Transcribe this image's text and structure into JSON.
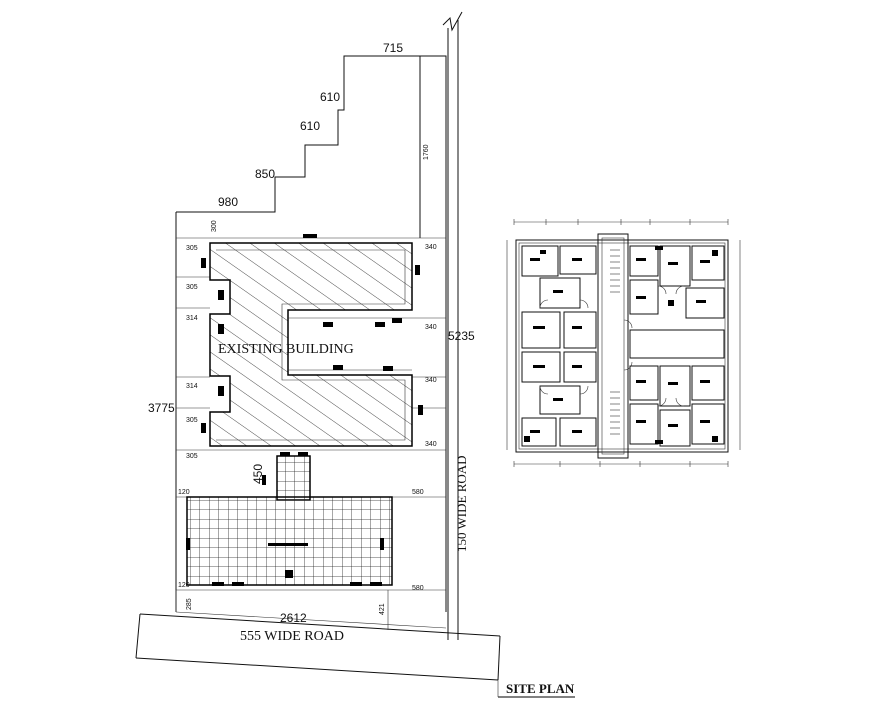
{
  "labels": {
    "existing_building": "EXISTING BUILDING",
    "road_bottom": "555 WIDE ROAD",
    "road_side": "150 WIDE ROAD",
    "title": "SITE PLAN"
  },
  "dims": {
    "top_715": "715",
    "step_610a": "610",
    "step_610b": "610",
    "step_850": "850",
    "step_980": "980",
    "d_300": "300",
    "d_1760": "1760",
    "d_5235": "5235",
    "d_3775": "3775",
    "d_2612": "2612",
    "d_450": "450",
    "d_305a": "305",
    "d_305b": "305",
    "d_314a": "314",
    "d_314b": "314",
    "d_305c": "305",
    "d_305d": "305",
    "d_340a": "340",
    "d_340b": "340",
    "d_340c": "340",
    "d_340d": "340",
    "d_120a": "120",
    "d_120b": "120",
    "d_580a": "580",
    "d_580b": "580",
    "d_285": "285",
    "d_421": "421"
  }
}
